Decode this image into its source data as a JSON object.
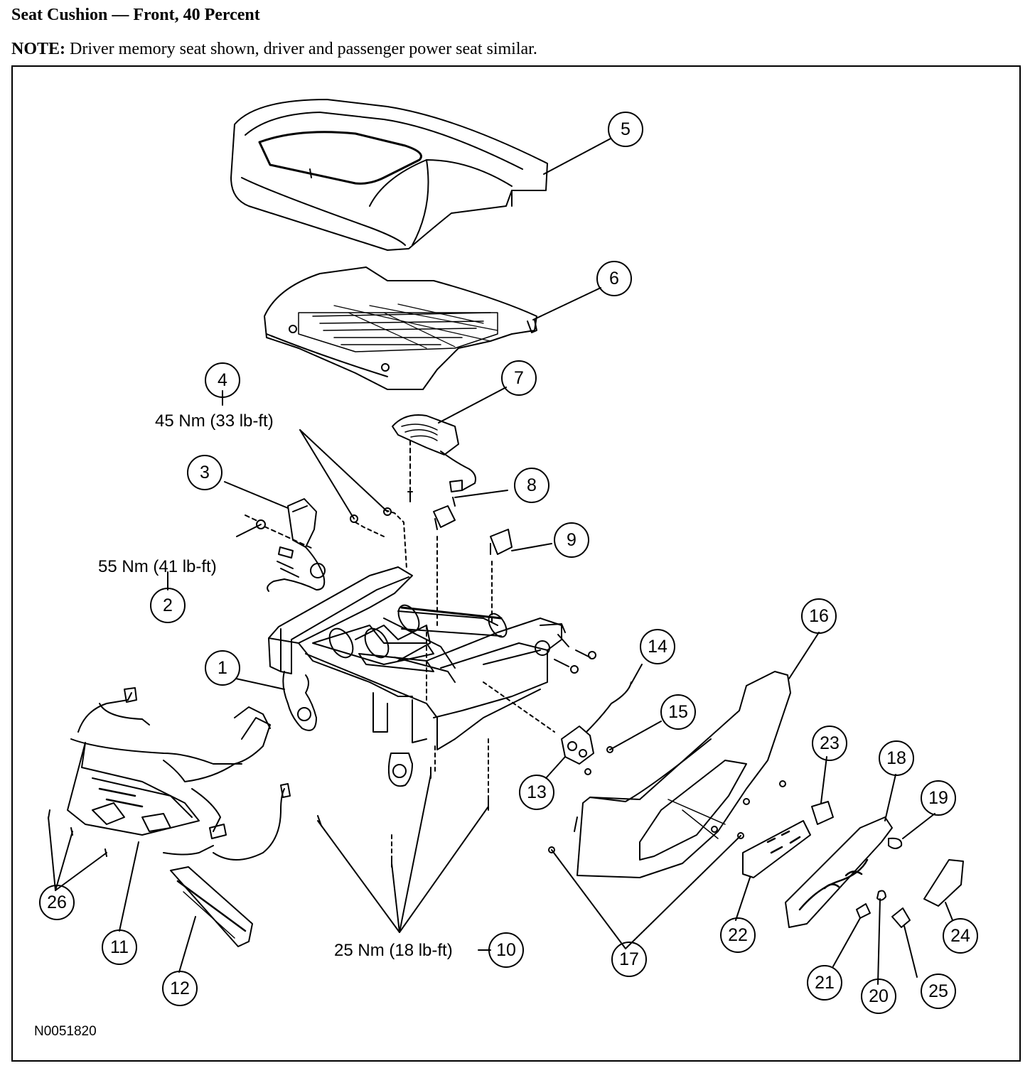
{
  "header": {
    "title": "Seat Cushion — Front, 40 Percent",
    "note_label": "NOTE:",
    "note_text": " Driver memory seat shown, driver and passenger power seat similar."
  },
  "figure_id": "N0051820",
  "callouts": [
    {
      "id": "1",
      "label": "1"
    },
    {
      "id": "2",
      "label": "2"
    },
    {
      "id": "3",
      "label": "3"
    },
    {
      "id": "4",
      "label": "4"
    },
    {
      "id": "5",
      "label": "5"
    },
    {
      "id": "6",
      "label": "6"
    },
    {
      "id": "7",
      "label": "7"
    },
    {
      "id": "8",
      "label": "8"
    },
    {
      "id": "9",
      "label": "9"
    },
    {
      "id": "10",
      "label": "10"
    },
    {
      "id": "11",
      "label": "11"
    },
    {
      "id": "12",
      "label": "12"
    },
    {
      "id": "13",
      "label": "13"
    },
    {
      "id": "14",
      "label": "14"
    },
    {
      "id": "15",
      "label": "15"
    },
    {
      "id": "16",
      "label": "16"
    },
    {
      "id": "17",
      "label": "17"
    },
    {
      "id": "18",
      "label": "18"
    },
    {
      "id": "19",
      "label": "19"
    },
    {
      "id": "20",
      "label": "20"
    },
    {
      "id": "21",
      "label": "21"
    },
    {
      "id": "22",
      "label": "22"
    },
    {
      "id": "23",
      "label": "23"
    },
    {
      "id": "24",
      "label": "24"
    },
    {
      "id": "25",
      "label": "25"
    },
    {
      "id": "26",
      "label": "26"
    }
  ],
  "torque_specs": {
    "t4": "45 Nm (33 lb-ft)",
    "t2": "55 Nm (41 lb-ft)",
    "t10": "25 Nm (18 lb-ft)"
  }
}
